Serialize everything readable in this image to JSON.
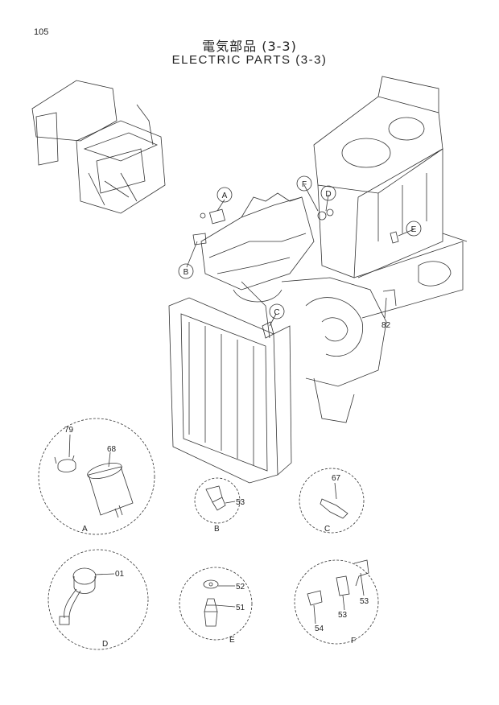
{
  "page_number": "105",
  "title_jp": "電気部品 (3-3)",
  "title_en": "ELECTRIC PARTS (3-3)",
  "callouts": [
    {
      "letter": "A",
      "name": "callout-a"
    },
    {
      "letter": "B",
      "name": "callout-b"
    },
    {
      "letter": "C",
      "name": "callout-c"
    },
    {
      "letter": "D",
      "name": "callout-d"
    },
    {
      "letter": "E",
      "name": "callout-e"
    },
    {
      "letter": "F",
      "name": "callout-f"
    }
  ],
  "main_part_numbers": {
    "bracket": "82"
  },
  "details": [
    {
      "letter": "A",
      "parts": [
        "79",
        "68"
      ]
    },
    {
      "letter": "B",
      "parts": [
        "53"
      ]
    },
    {
      "letter": "C",
      "parts": [
        "67"
      ]
    },
    {
      "letter": "D",
      "parts": [
        "01"
      ]
    },
    {
      "letter": "E",
      "parts": [
        "52",
        "51"
      ]
    },
    {
      "letter": "F",
      "parts": [
        "54",
        "53",
        "53"
      ]
    }
  ]
}
